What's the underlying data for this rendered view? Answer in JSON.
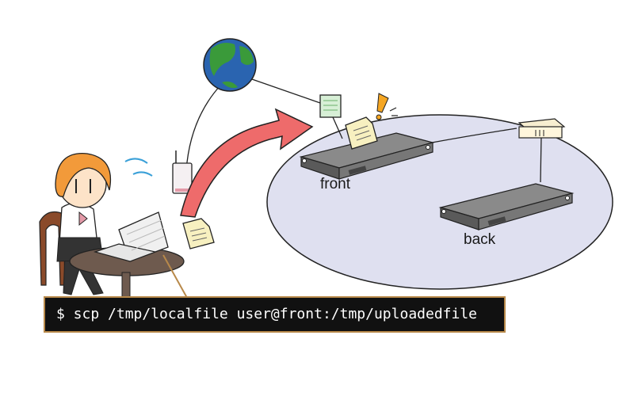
{
  "labels": {
    "front": "front",
    "back": "back"
  },
  "terminal": {
    "command": "$ scp /tmp/localfile user@front:/tmp/uploadedfile"
  },
  "colors": {
    "network_zone": "#dfe0f0",
    "transfer_arrow": "#ee6b6b",
    "globe_ocean": "#2a64b0",
    "globe_land": "#3a9a3a",
    "terminal_bg": "#111111",
    "terminal_border": "#b8894a"
  },
  "icons": [
    "globe-icon",
    "wifi-router-icon",
    "firewall-icon",
    "switch-icon",
    "document-icon",
    "alert-icon",
    "server-icon",
    "laptop-icon",
    "user-icon"
  ]
}
